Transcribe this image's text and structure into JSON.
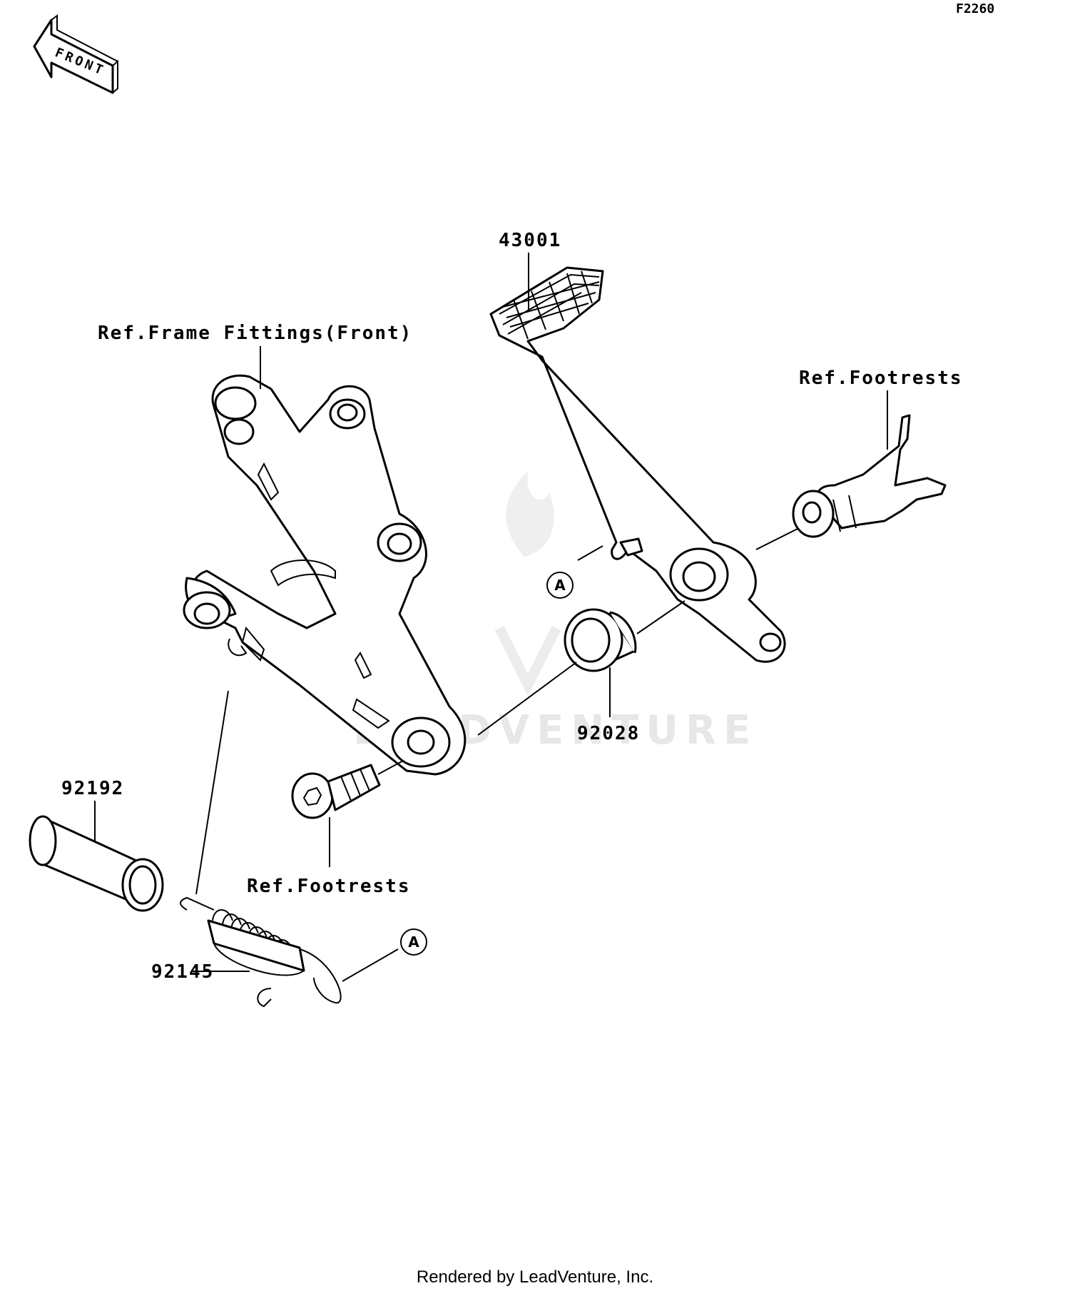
{
  "diagram_id": "F2260",
  "front_arrow_label": "FRONT",
  "labels": {
    "pedal": "43001",
    "frame_fittings": "Ref.Frame Fittings(Front)",
    "footrests_right": "Ref.Footrests",
    "footrests_bottom": "Ref.Footrests",
    "collar": "92028",
    "pipe": "92192",
    "spring": "92145"
  },
  "callouts": {
    "pedal_hook": "A",
    "spring_hook": "A"
  },
  "watermark": "LEADVENTURE",
  "footer": "Rendered by LeadVenture, Inc."
}
